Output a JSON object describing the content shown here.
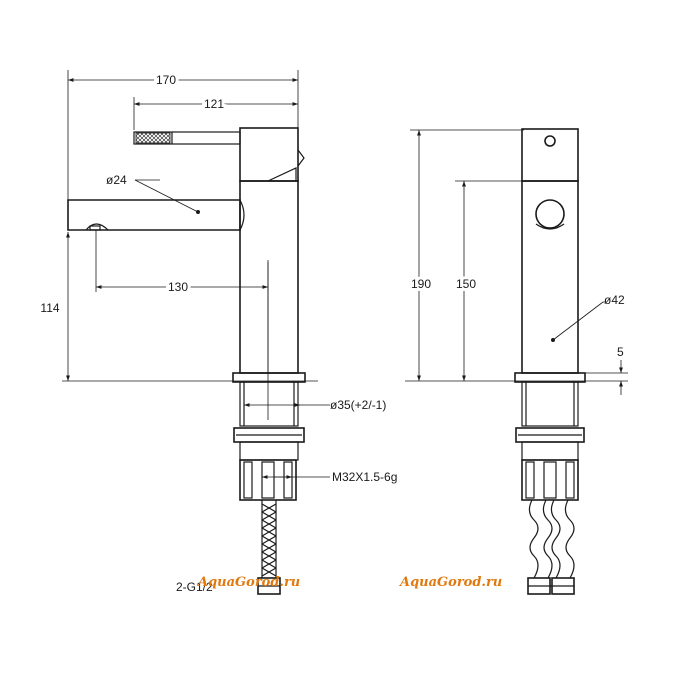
{
  "dimensions": {
    "overall_width": "170",
    "lever_length": "121",
    "spout_diameter": "ø24",
    "spout_reach": "130",
    "spout_height": "114",
    "base_thread_diameter": "ø35(+2/-1)",
    "mounting_thread": "M32X1.5-6g",
    "supply_connection": "2-G1/2",
    "total_height": "190",
    "body_height": "150",
    "body_diameter": "ø42",
    "lever_offset": "5"
  },
  "watermarks": {
    "left": "AquaGorod.ru",
    "right": "AquaGorod.ru"
  },
  "colors": {
    "line": "#1a1a1a",
    "watermark": "#e07a10"
  }
}
